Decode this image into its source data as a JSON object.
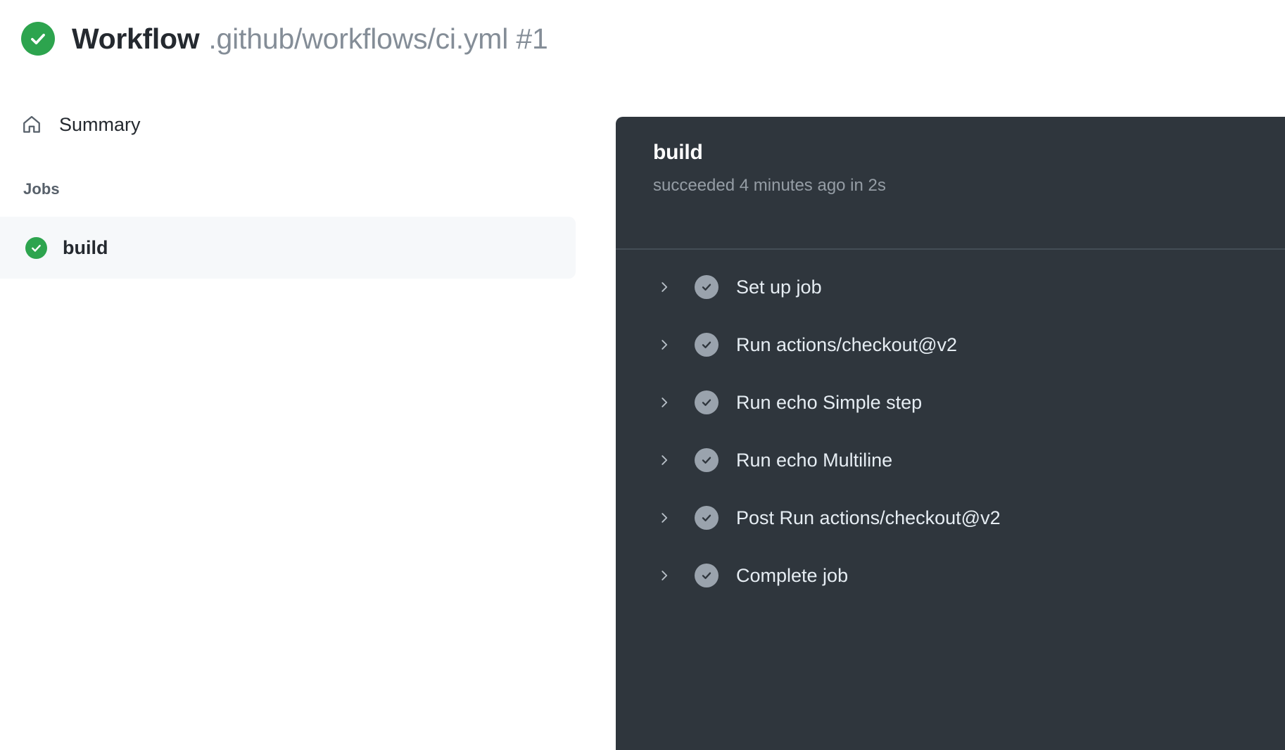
{
  "header": {
    "status_icon": "check-circle-icon",
    "status_color": "#2da44e",
    "title_strong": "Workflow",
    "title_path": ".github/workflows/ci.yml #1"
  },
  "sidebar": {
    "summary": {
      "icon": "home-icon",
      "label": "Summary"
    },
    "section_title": "Jobs",
    "jobs": [
      {
        "label": "build",
        "status_icon": "check-circle-icon",
        "status_color": "#2da44e",
        "selected": true
      }
    ]
  },
  "log_panel": {
    "background": "#2f363d",
    "title": "build",
    "subtitle": "succeeded 4 minutes ago in 2s",
    "steps": [
      {
        "chevron": "chevron-right-icon",
        "status_icon": "check-circle-icon",
        "label": "Set up job"
      },
      {
        "chevron": "chevron-right-icon",
        "status_icon": "check-circle-icon",
        "label": "Run actions/checkout@v2"
      },
      {
        "chevron": "chevron-right-icon",
        "status_icon": "check-circle-icon",
        "label": "Run echo Simple step"
      },
      {
        "chevron": "chevron-right-icon",
        "status_icon": "check-circle-icon",
        "label": "Run echo Multiline"
      },
      {
        "chevron": "chevron-right-icon",
        "status_icon": "check-circle-icon",
        "label": "Post Run actions/checkout@v2"
      },
      {
        "chevron": "chevron-right-icon",
        "status_icon": "check-circle-icon",
        "label": "Complete job"
      }
    ]
  }
}
